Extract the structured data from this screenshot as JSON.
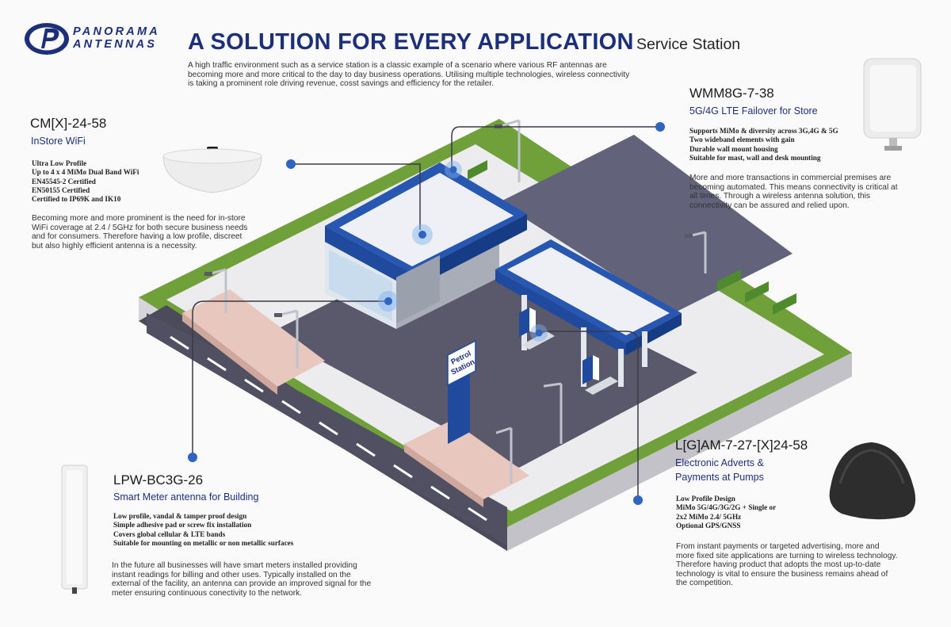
{
  "brand": {
    "logo_line1": "PANORAMA",
    "logo_line2": "ANTENNAS",
    "colors": {
      "navy": "#1e2f7a",
      "accent_blue": "#2f64c0",
      "grass": "#6fa03a"
    }
  },
  "header": {
    "title": "A SOLUTION FOR  EVERY APPLICATION",
    "subtitle": "Service Station"
  },
  "intro": "A high traffic environment such as a service station is a classic example of a scenario where various RF antennas are becoming more and more critical to the day to day business operations. Utilising multiple technologies, wireless connectivity is taking a prominent role driving revenue, cosst savings and efficiency for the retailer.",
  "sign": {
    "line1": "Petrol",
    "line2": "Station"
  },
  "products": {
    "cm": {
      "model": "CM[X]-24-58",
      "use": "InStore WiFi",
      "features": [
        "Ultra Low Profile",
        "Up to 4 x 4 MiMo Dual Band WiFi",
        "EN45545-2 Certified",
        "EN50155 Certified",
        "Certified to IP69K and IK10"
      ],
      "description": "Becoming more and more prominent is the need for in-store WiFi coverage at 2.4 / 5GHz for both secure business needs and for consumers. Therefore having a low profile, discreet but also highly efficient antenna is a necessity."
    },
    "wmm": {
      "model": "WMM8G-7-38",
      "use": "5G/4G LTE Failover for Store",
      "features": [
        "Supports MiMo & diversity across 3G,4G & 5G",
        "Two wideband elements with gain",
        "Durable wall mount housing",
        "Suitable for mast, wall and desk mounting"
      ],
      "description": "More and more transactions in commercial premises are becoming automated. This means connectivity is critical at all times. Through a wireless antenna solution, this connectivity can be assured and relied upon."
    },
    "lpw": {
      "model": "LPW-BC3G-26",
      "use": "Smart Meter antenna for Building",
      "features": [
        "Low profile, vandal & tamper proof design",
        "Simple adhesive pad or screw fix installation",
        "Covers global cellular & LTE  bands",
        "Suitable for mounting on metallic or non metallic surfaces"
      ],
      "description": "In the future all businesses will have smart meters installed providing instant readings for billing and other uses. Typically installed on the external of the facility, an antenna can provide an improved signal for the meter ensuring continuous conectivity to the network."
    },
    "lgam": {
      "model": "L[G]AM-7-27-[X]24-58",
      "use_line1": "Electronic Adverts &",
      "use_line2": "Payments at Pumps",
      "features": [
        "Low Profile Design",
        "MiMo 5G/4G/3G/2G + Single or",
        "2x2 MiMo 2.4/ 5GHz",
        "Optional GPS/GNSS"
      ],
      "description": "From instant payments or targeted advertising, more and more fixed site applications are turning to wireless technology. Therefore having product that adopts the most up-to-date technology is vital to ensure the business remains ahead of the competition."
    }
  }
}
